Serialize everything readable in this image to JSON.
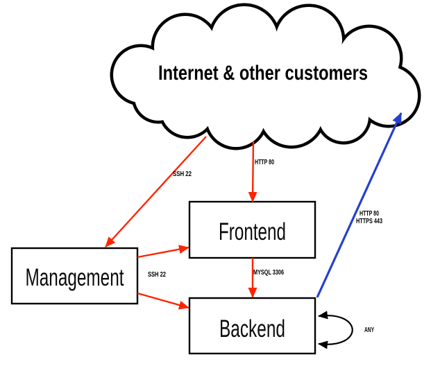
{
  "colors": {
    "red": "#fe2400",
    "blue": "#2440cf",
    "black": "#000000"
  },
  "cloud": {
    "label": "Internet & other customers"
  },
  "nodes": {
    "management": {
      "label": "Management"
    },
    "frontend": {
      "label": "Frontend"
    },
    "backend": {
      "label": "Backend"
    }
  },
  "edges": {
    "internet_to_management": {
      "from": "Internet & other customers",
      "to": "Management",
      "label": "SSH 22",
      "color": "red"
    },
    "internet_to_frontend": {
      "from": "Internet & other customers",
      "to": "Frontend",
      "label": "HTTP 80",
      "color": "red"
    },
    "management_to_frontend": {
      "from": "Management",
      "to": "Frontend",
      "label": "",
      "color": "red"
    },
    "management_to_backend": {
      "from": "Management",
      "to": "Backend",
      "label": "SSH 22",
      "color": "red"
    },
    "frontend_to_backend": {
      "from": "Frontend",
      "to": "Backend",
      "label": "MYSQL 3306",
      "color": "red"
    },
    "backend_to_internet": {
      "from": "Backend",
      "to": "Internet & other customers",
      "label_line1": "HTTP 80",
      "label_line2": "HTTPS 443",
      "color": "blue"
    },
    "backend_self": {
      "from": "Backend",
      "to": "Backend",
      "label": "ANY",
      "color": "black"
    }
  }
}
